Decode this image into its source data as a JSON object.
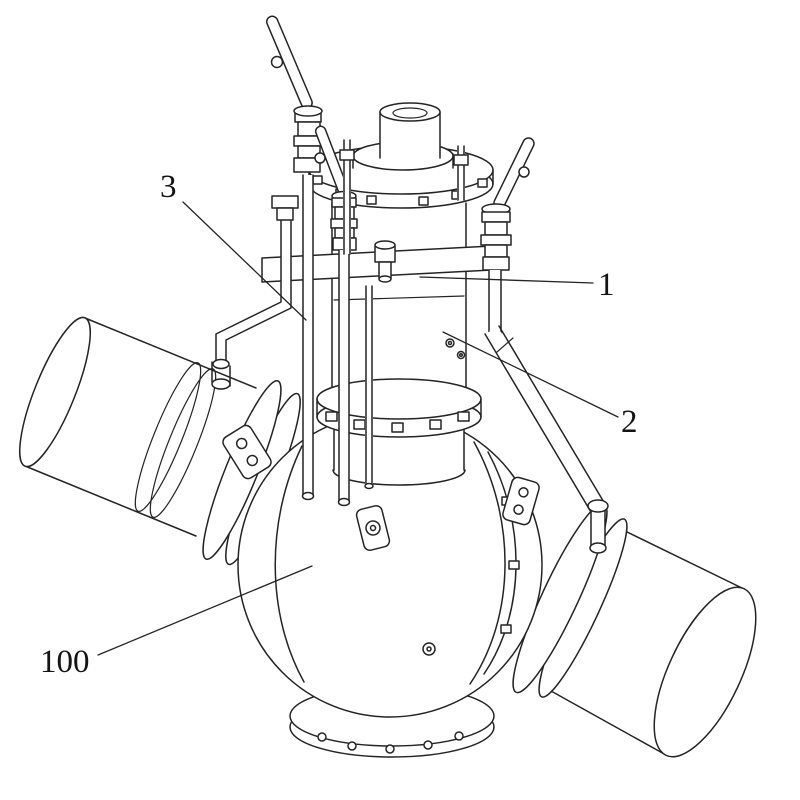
{
  "figure": {
    "background_color": "#ffffff",
    "line_color": "#242424",
    "label_color": "#141414",
    "reference_labels": {
      "part1": "1",
      "part2": "2",
      "part3": "3",
      "part100": "100"
    }
  }
}
